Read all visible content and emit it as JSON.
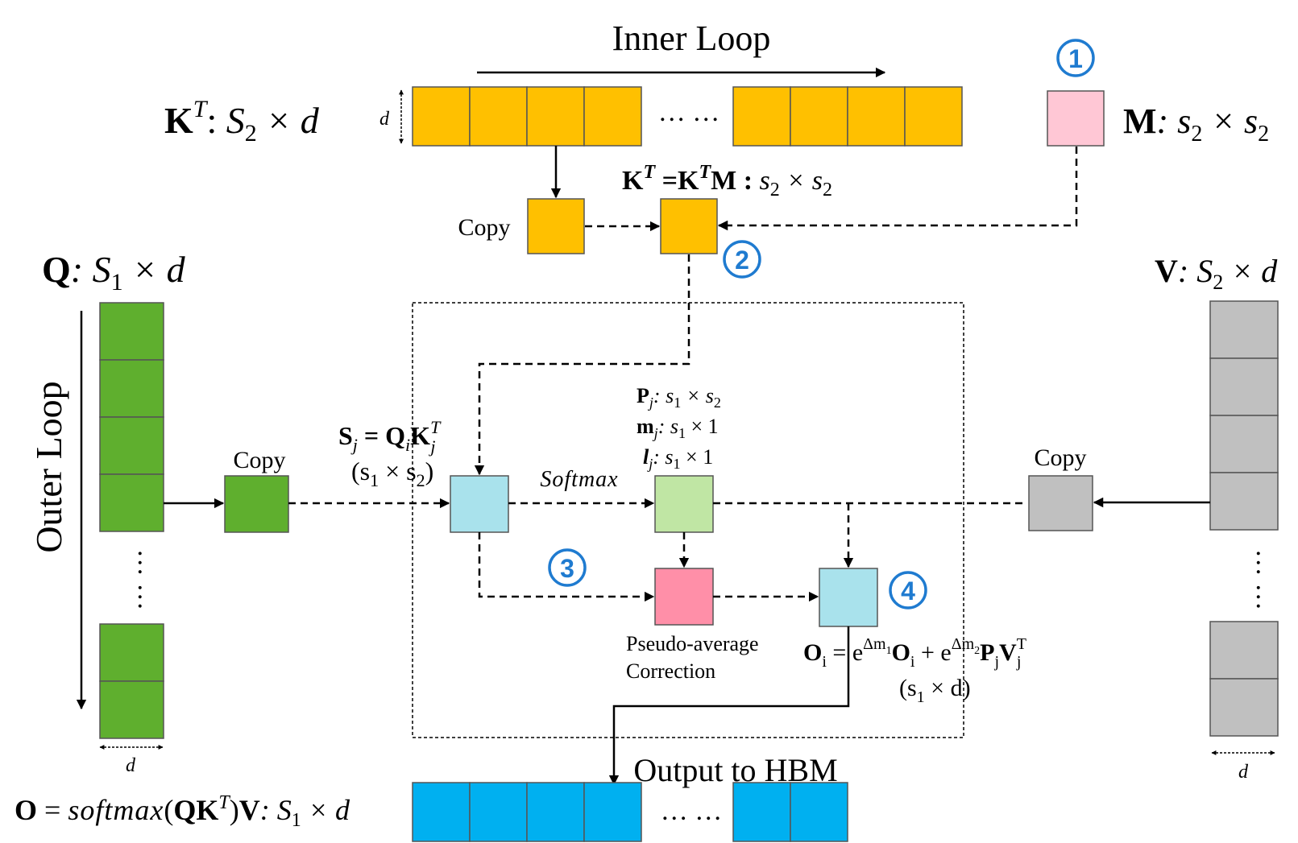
{
  "titles": {
    "inner_loop": "Inner Loop",
    "outer_loop": "Outer Loop",
    "output_to_hbm": "Output to HBM"
  },
  "labels": {
    "kt_name": "K",
    "kt_sup": "T",
    "kt_colon": ":",
    "kt_dims": "S",
    "kt_dims_sub": "2",
    "kt_dims_rest": " × d",
    "m_name": "M",
    "m_dims": ": s",
    "m_sub1": "2",
    "m_times": " × s",
    "m_sub2": "2",
    "q_name": "Q",
    "q_dims": ": S",
    "q_sub": "1",
    "q_rest": " × d",
    "v_name": "V",
    "v_dims": ": S",
    "v_sub": "2",
    "v_rest": " × d",
    "km_left": "K",
    "km_sup1": "T",
    "km_eq": " =K",
    "km_sup2": "T",
    "km_m": "M : ",
    "km_s": "s",
    "km_sub1": "2",
    "km_times": " × s",
    "km_sub2": "2",
    "copy_top": "Copy",
    "copy_left": "Copy",
    "copy_right": "Copy",
    "d_top": "d",
    "d_q": "d",
    "d_v": "d",
    "dots_k": "… …",
    "dots_o": "… …",
    "softmax": "Softmax",
    "sj_s": "S",
    "sj_j": "j",
    "sj_eq": " = Q",
    "sj_i": "i",
    "sj_k": "K",
    "sj_T": "T",
    "sj_j2": "j",
    "sj_dims_open": "(s",
    "sj_dims_sub1": "1",
    "sj_dims_mid": " × s",
    "sj_dims_sub2": "2",
    "sj_dims_close": ")",
    "pj_p": "P",
    "pj_j": "j",
    "pj_rest": ": s",
    "pj_sub1": "1",
    "pj_mid": " × s",
    "pj_sub2": "2",
    "mj_m": "m",
    "mj_j": "j",
    "mj_rest": ": s",
    "mj_sub1": "1",
    "mj_mid": " × 1",
    "lj_l": "l",
    "lj_j": "j",
    "lj_rest": ": s",
    "lj_sub1": "1",
    "lj_mid": " × 1",
    "pseudo1": "Pseudo-average",
    "pseudo2": "Correction",
    "oi_o": "O",
    "oi_i": "i",
    "oi_eq": " = e",
    "oi_sup1": "Δm",
    "oi_sup1_sub": "1",
    "oi_o2": "O",
    "oi_i2": "i",
    "oi_plus": " + e",
    "oi_sup2": "Δm",
    "oi_sup2_sub": "2",
    "oi_p": "P",
    "oi_j": "j",
    "oi_v": "V",
    "oi_jT_T": "T",
    "oi_jT_j": "j",
    "oi_dims": "(s",
    "oi_dims_sub": "1",
    "oi_dims_rest": " × d)",
    "o_name": "O",
    "o_eq": " = ",
    "o_soft": "softmax",
    "o_open": "(",
    "o_qk": "QK",
    "o_T": "T",
    "o_close": ")",
    "o_v": "V",
    "o_colon": ": S",
    "o_sub": "1",
    "o_rest": " × d"
  },
  "badges": {
    "b1": "1",
    "b2": "2",
    "b3": "3",
    "b4": "4"
  },
  "colors": {
    "k_block": "#FFC000",
    "m_block": "#FFC7D5",
    "q_block": "#5FAF2E",
    "v_block": "#C0C0C0",
    "s_block": "#A9E2EC",
    "p_block": "#C0E6A4",
    "correction_block": "#FF8FA8",
    "o_block": "#00B0F0",
    "badge": "#1f7bd0"
  }
}
